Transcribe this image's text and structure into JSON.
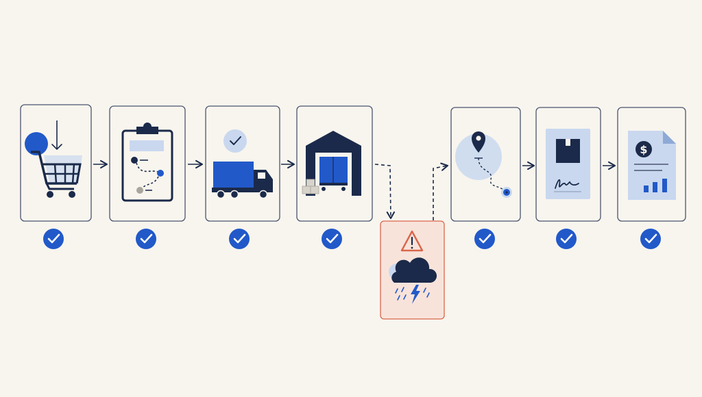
{
  "colors": {
    "background": "#f8f5ee",
    "card_border": "#4a5470",
    "navy": "#1b2a4a",
    "blue": "#2259c9",
    "light_blue": "#c9d8ef",
    "alert_fill": "#f8e3da",
    "alert_border": "#d9664c",
    "gray": "#a9a59d"
  },
  "steps": [
    {
      "id": "order-placed",
      "icon": "shopping-cart-icon",
      "status": "complete",
      "status_icon": "check-circle-icon"
    },
    {
      "id": "order-planned",
      "icon": "clipboard-route-icon",
      "status": "complete",
      "status_icon": "check-circle-icon"
    },
    {
      "id": "shipped",
      "icon": "delivery-truck-icon",
      "status": "complete",
      "status_icon": "check-circle-icon"
    },
    {
      "id": "warehouse",
      "icon": "warehouse-icon",
      "status": "complete",
      "status_icon": "check-circle-icon"
    },
    {
      "id": "weather-delay",
      "icon": "storm-cloud-icon",
      "status": "alert",
      "status_icon": "warning-triangle-icon"
    },
    {
      "id": "tracking",
      "icon": "location-pin-icon",
      "status": "complete",
      "status_icon": "check-circle-icon"
    },
    {
      "id": "delivered-signed",
      "icon": "signed-package-icon",
      "status": "complete",
      "status_icon": "check-circle-icon"
    },
    {
      "id": "invoice",
      "icon": "invoice-dollar-icon",
      "status": "complete",
      "status_icon": "check-circle-icon"
    }
  ],
  "connectors": [
    {
      "from": "order-placed",
      "to": "order-planned",
      "style": "solid"
    },
    {
      "from": "order-planned",
      "to": "shipped",
      "style": "solid"
    },
    {
      "from": "shipped",
      "to": "warehouse",
      "style": "solid"
    },
    {
      "from": "warehouse",
      "to": "weather-delay",
      "style": "dashed"
    },
    {
      "from": "weather-delay",
      "to": "tracking",
      "style": "dashed"
    },
    {
      "from": "tracking",
      "to": "delivered-signed",
      "style": "solid"
    },
    {
      "from": "delivered-signed",
      "to": "invoice",
      "style": "solid"
    }
  ],
  "invoice_symbol": "$"
}
